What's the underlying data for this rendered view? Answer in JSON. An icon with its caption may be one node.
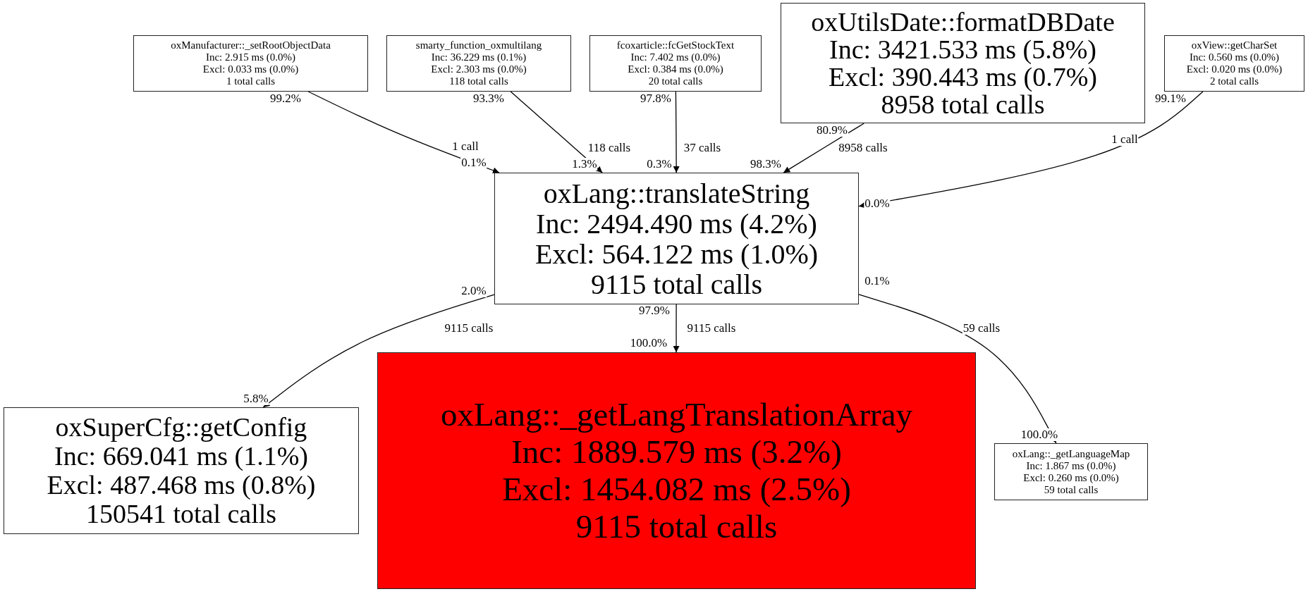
{
  "diagram": {
    "nodes": [
      {
        "text": [
          "oxManufacturer::_setRootObjectData",
          "Inc: 2.915 ms (0.0%)",
          "Excl: 0.033 ms (0.0%)",
          "1 total calls"
        ]
      },
      {
        "text": [
          "smarty_function_oxmultilang",
          "Inc: 36.229 ms (0.1%)",
          "Excl: 2.303 ms (0.0%)",
          "118 total calls"
        ]
      },
      {
        "text": [
          "fcoxarticle::fcGetStockText",
          "Inc: 7.402 ms (0.0%)",
          "Excl: 0.384 ms (0.0%)",
          "20 total calls"
        ]
      },
      {
        "text": [
          "oxUtilsDate::formatDBDate",
          "Inc: 3421.533 ms (5.8%)",
          "Excl: 390.443 ms (0.7%)",
          "8958 total calls"
        ]
      },
      {
        "text": [
          "oxView::getCharSet",
          "Inc: 0.560 ms (0.0%)",
          "Excl: 0.020 ms (0.0%)",
          "2 total calls"
        ]
      },
      {
        "text": [
          "oxLang::translateString",
          "Inc: 2494.490 ms (4.2%)",
          "Excl: 564.122 ms (1.0%)",
          "9115 total calls"
        ]
      },
      {
        "text": [
          "oxSuperCfg::getConfig",
          "Inc: 669.041 ms (1.1%)",
          "Excl: 487.468 ms (0.8%)",
          "150541 total calls"
        ]
      },
      {
        "text": [
          "oxLang::_getLangTranslationArray",
          "Inc: 1889.579 ms (3.2%)",
          "Excl: 1454.082 ms (2.5%)",
          "9115 total calls"
        ]
      },
      {
        "text": [
          "oxLang::_getLanguageMap",
          "Inc: 1.867 ms (0.0%)",
          "Excl: 0.260 ms (0.0%)",
          "59 total calls"
        ]
      }
    ],
    "edges": [
      {
        "from": 0,
        "to": 5,
        "arrow": "to",
        "label": "1 call"
      },
      {
        "from": 1,
        "to": 5,
        "arrow": "to",
        "label": "118 calls"
      },
      {
        "from": 2,
        "to": 5,
        "arrow": "to",
        "label": "37 calls"
      },
      {
        "from": 3,
        "to": 5,
        "arrow": "to",
        "label": "8958 calls"
      },
      {
        "from": 4,
        "to": 5,
        "arrow": "to",
        "label": "1 call"
      },
      {
        "from": 5,
        "to": 6,
        "arrow": "to",
        "label": "9115 calls"
      },
      {
        "from": 5,
        "to": 7,
        "arrow": "to",
        "label": "9115 calls"
      },
      {
        "from": 5,
        "to": 8,
        "arrow": "to",
        "label": "59 calls"
      }
    ],
    "labels": [
      "99.2%",
      "93.3%",
      "97.8%",
      "80.9%",
      "99.1%",
      "0.1%",
      "1.3%",
      "0.3%",
      "98.3%",
      "0.0%",
      "2.0%",
      "97.9%",
      "0.1%",
      "100.0%",
      "5.8%",
      "100.0%"
    ]
  }
}
